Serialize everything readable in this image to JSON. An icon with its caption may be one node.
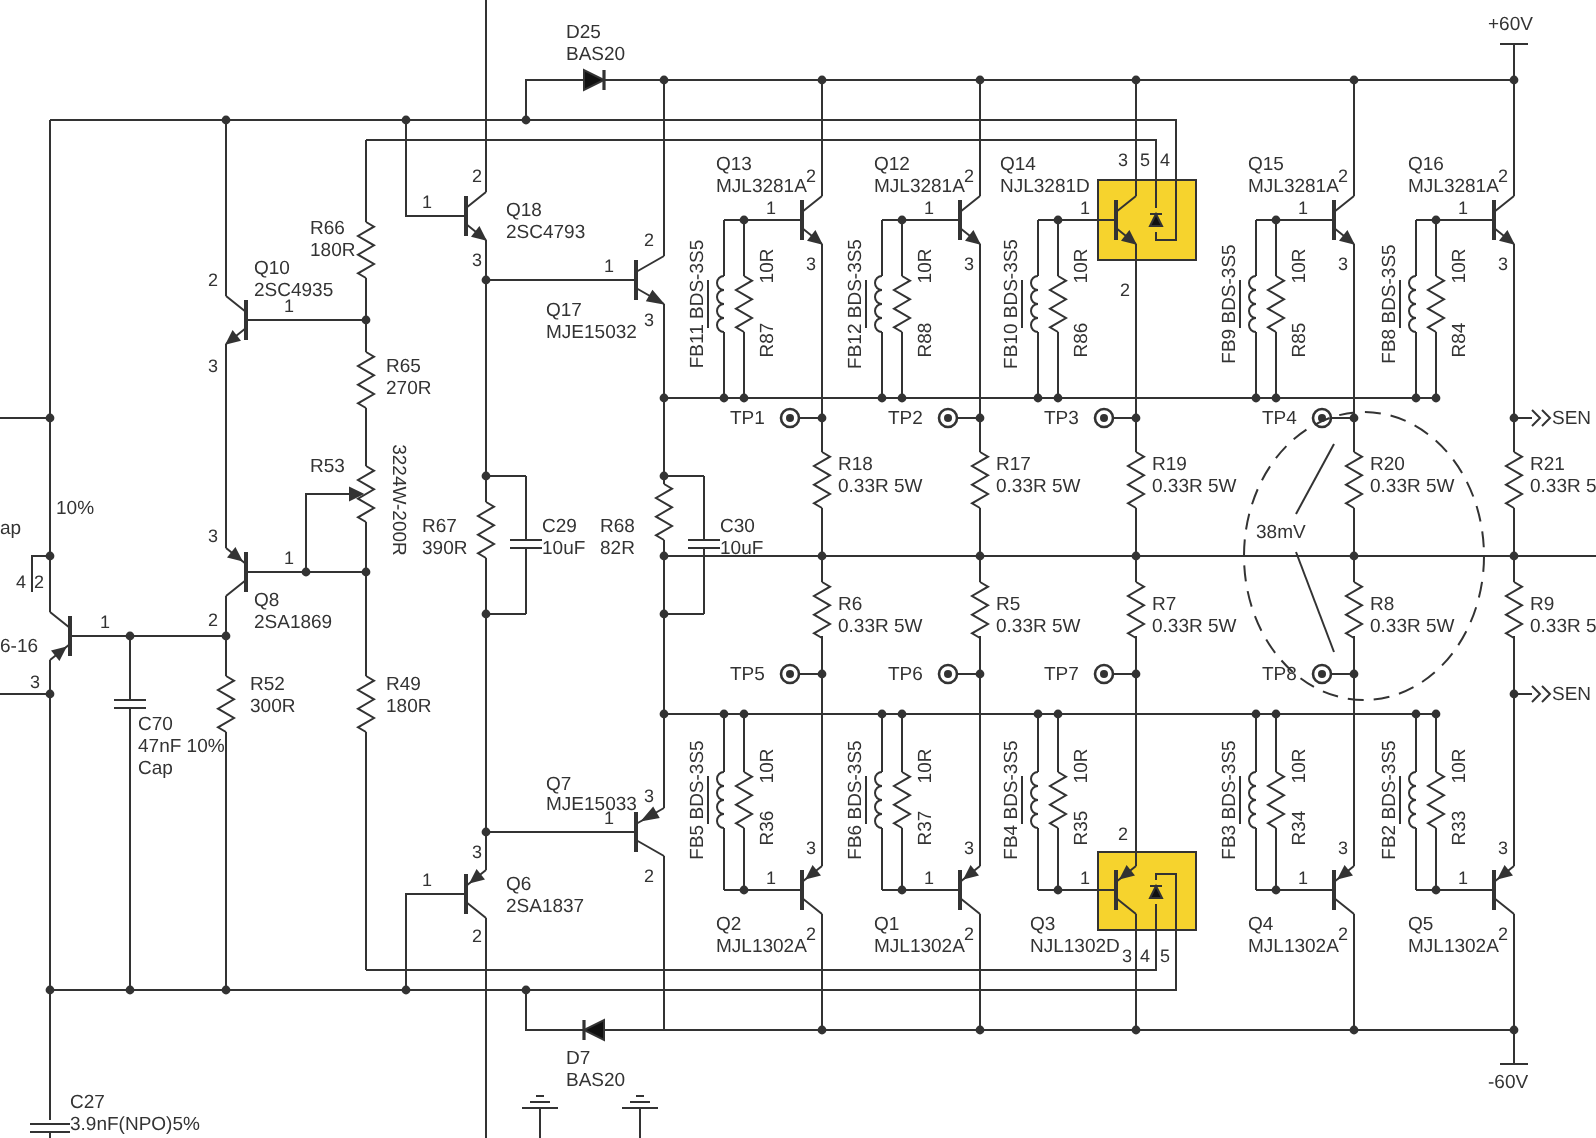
{
  "diagram": {
    "labels": [
      "D25",
      "BAS20",
      "+60V",
      "10%",
      "ap",
      "4",
      "2",
      "6-16",
      "1",
      "3",
      "Q10",
      "2SC4935",
      "2",
      "1",
      "3",
      "R66",
      "180R",
      "R65",
      "270R",
      "R53",
      "3224W-200R",
      "3",
      "1",
      "2",
      "Q8",
      "2SA1869",
      "R52",
      "300R",
      "C70",
      "47nF 10%",
      "Cap",
      "R49",
      "180R",
      "1",
      "2",
      "Q18",
      "2SC4793",
      "3",
      "1",
      "2",
      "3",
      "Q17",
      "MJE15032",
      "R67",
      "390R",
      "C29",
      "10uF",
      "R68",
      "82R",
      "C30",
      "10uF",
      "Q7",
      "MJE15033",
      "3",
      "1",
      "1",
      "3",
      "Q6",
      "2SA1837",
      "2",
      "2",
      "D7",
      "BAS20",
      "-60V",
      "C27",
      "3.9nF(NPO)5%",
      "38mV",
      "Q13",
      "MJL3281A",
      "1",
      "2",
      "3",
      "FB11 BDS-3S5",
      "10R",
      "R87",
      "Q12",
      "MJL3281A",
      "1",
      "2",
      "3",
      "FB12 BDS-3S5",
      "10R",
      "R88",
      "Q14",
      "NJL3281D",
      "3",
      "5",
      "4",
      "1",
      "2",
      "FB10 BDS-3S5",
      "10R",
      "R86",
      "Q15",
      "MJL3281A",
      "1",
      "2",
      "3",
      "FB9 BDS-3S5",
      "10R",
      "R85",
      "Q16",
      "MJL3281A",
      "1",
      "2",
      "3",
      "FB8 BDS-3S5",
      "10R",
      "R84",
      "TP1",
      "TP2",
      "TP3",
      "TP4",
      "SEN",
      "R18",
      "0.33R 5W",
      "R17",
      "0.33R 5W",
      "R19",
      "0.33R 5W",
      "R20",
      "0.33R 5W",
      "R21",
      "0.33R 5",
      "R6",
      "0.33R 5W",
      "R5",
      "0.33R 5W",
      "R7",
      "0.33R 5W",
      "R8",
      "0.33R 5W",
      "R9",
      "0.33R 5",
      "TP5",
      "TP6",
      "TP7",
      "TP8",
      "SEN",
      "FB5 BDS-3S5",
      "10R",
      "R36",
      "3",
      "1",
      "2",
      "Q2",
      "MJL1302A",
      "FB6 BDS-3S5",
      "10R",
      "R37",
      "3",
      "1",
      "2",
      "Q1",
      "MJL1302A",
      "FB4 BDS-3S5",
      "10R",
      "R35",
      "2",
      "1",
      "3",
      "4",
      "5",
      "Q3",
      "NJL1302D",
      "FB3 BDS-3S5",
      "10R",
      "R34",
      "3",
      "1",
      "2",
      "Q4",
      "MJL1302A",
      "FB2 BDS-3S5",
      "10R",
      "R33",
      "3",
      "1",
      "2",
      "Q5",
      "MJL1302A"
    ]
  }
}
